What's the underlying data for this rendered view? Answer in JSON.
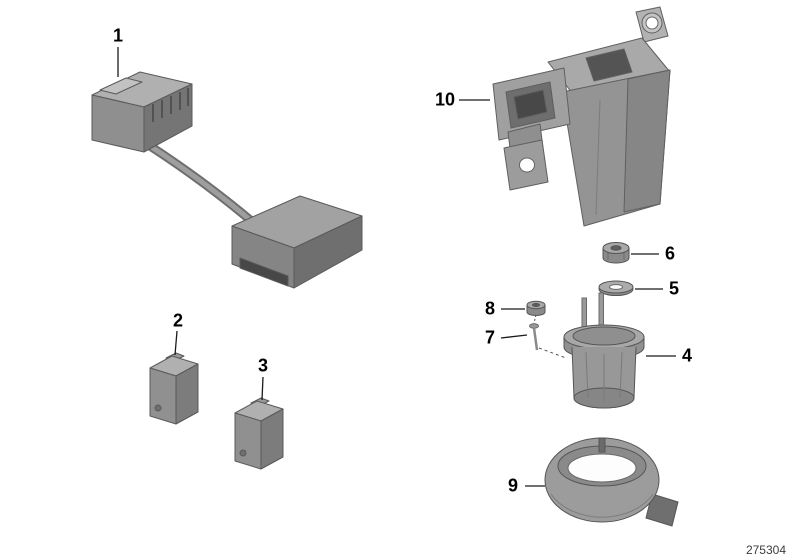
{
  "diagram": {
    "number": "275304",
    "callouts": [
      {
        "label": "1"
      },
      {
        "label": "2"
      },
      {
        "label": "3"
      },
      {
        "label": "4"
      },
      {
        "label": "5"
      },
      {
        "label": "6"
      },
      {
        "label": "7"
      },
      {
        "label": "8"
      },
      {
        "label": "9"
      },
      {
        "label": "10"
      }
    ],
    "colors": {
      "background": "#ffffff",
      "outline": "#5a5a5a",
      "leader_line": "#1a1a1a",
      "part_fill_light": "#b0b0b0",
      "part_fill_mid": "#929292",
      "part_fill_dark": "#6f6f6f",
      "callout_text": "#000000"
    }
  }
}
